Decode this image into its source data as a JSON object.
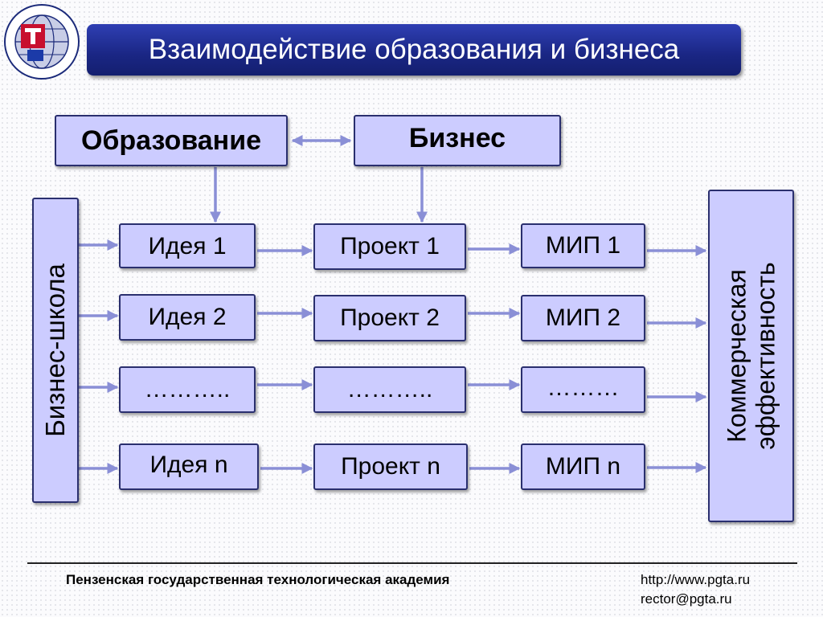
{
  "header": {
    "title": "Взаимодействие образования и бизнеса"
  },
  "colors": {
    "title_bar": "#1a2684",
    "box_fill": "#ccccff",
    "box_border": "#2a2f6e",
    "arrow": "#8a8fd6"
  },
  "diagram": {
    "top_left": "Образование",
    "top_right": "Бизнес",
    "left_vertical": "Бизнес-школа",
    "right_vertical": [
      "Коммерческая",
      "эффективность"
    ],
    "rows": [
      {
        "idea": "Идея 1",
        "project": "Проект 1",
        "mip": "МИП 1"
      },
      {
        "idea": "Идея 2",
        "project": "Проект 2",
        "mip": "МИП 2"
      },
      {
        "idea": "………..",
        "project": "………..",
        "mip": "………"
      },
      {
        "idea": "Идея n",
        "project": "Проект n",
        "mip": "МИП n"
      }
    ]
  },
  "footer": {
    "organization": "Пензенская государственная технологическая академия",
    "website": "http://www.pgta.ru",
    "email": "rector@pgta.ru"
  }
}
